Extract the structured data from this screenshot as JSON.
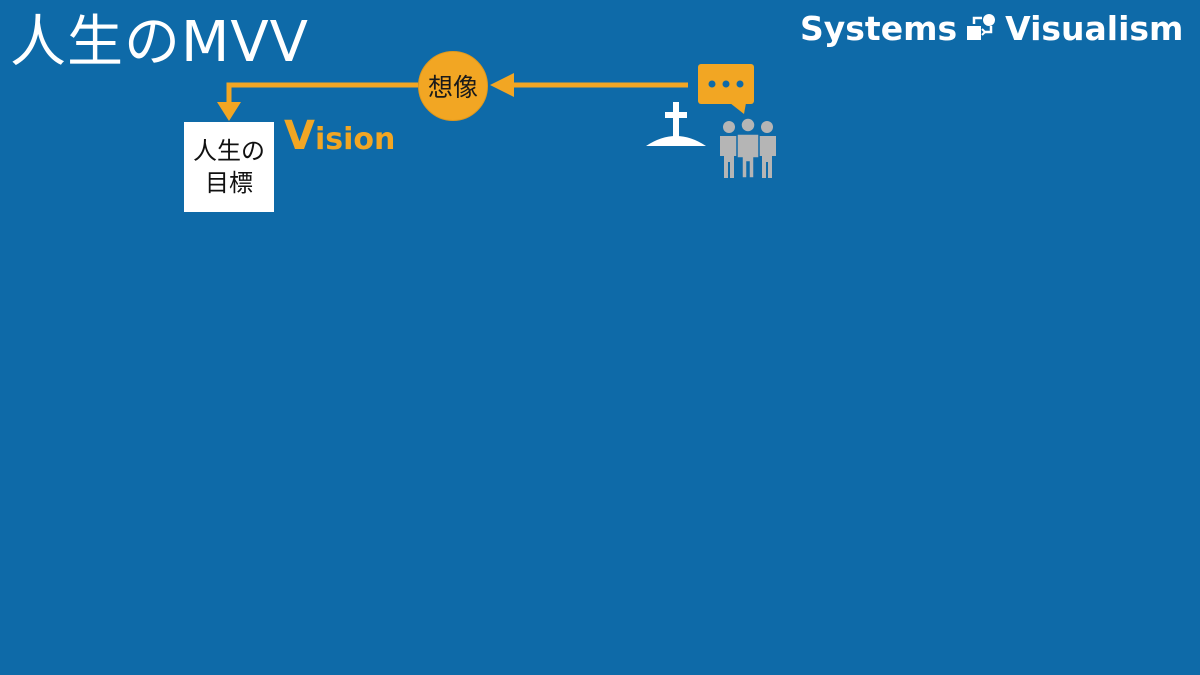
{
  "slide": {
    "title": "人生のMVV",
    "brand_left": "Systems",
    "brand_right": "Visualism",
    "goal_line1": "人生の",
    "goal_line2": "目標",
    "bubble_label": "想像",
    "vision_first": "V",
    "vision_rest": "ision"
  },
  "icons": {
    "brand": "systems-visualism-logo-icon",
    "speech": "speech-bubble-icon",
    "grave": "grave-icon",
    "people": "group-of-people-icon"
  },
  "colors": {
    "background": "#0e6aa8",
    "accent": "#f2a623",
    "people": "#b5b5b5",
    "box": "#ffffff"
  }
}
